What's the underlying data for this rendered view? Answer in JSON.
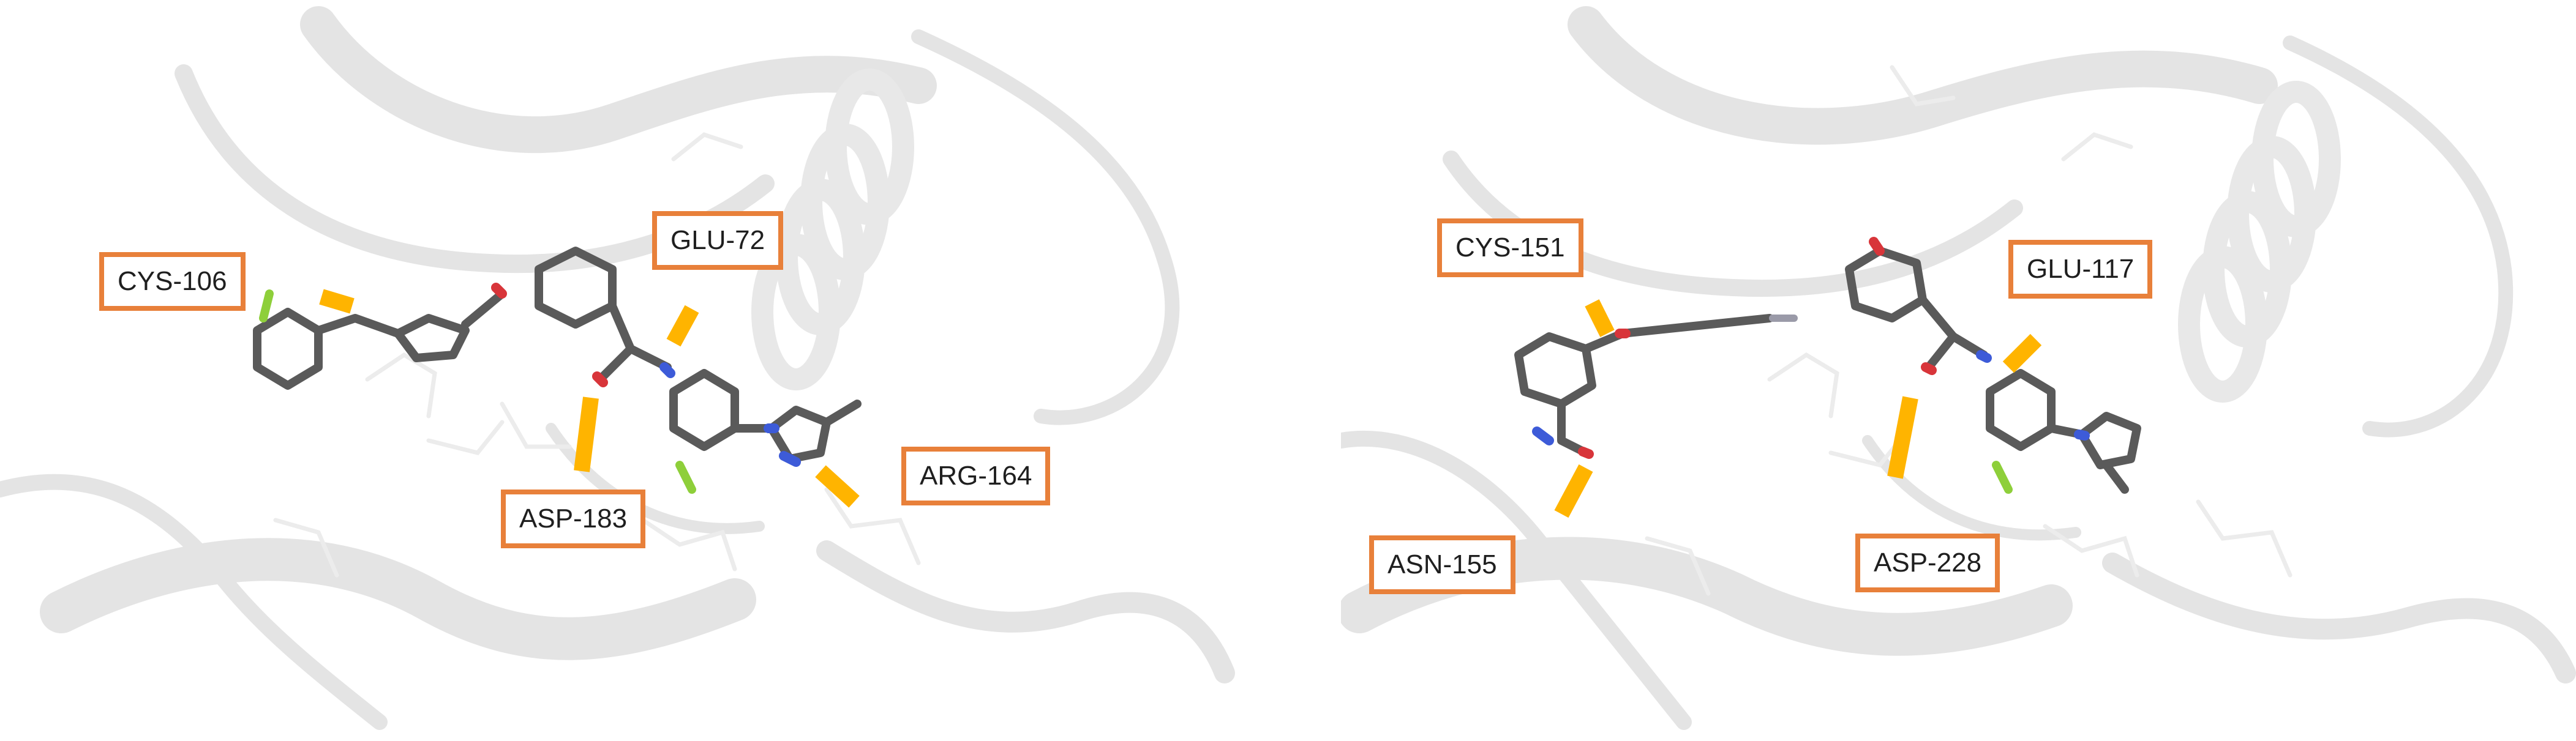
{
  "panels": [
    {
      "id": "left",
      "residues": [
        "CYS-106",
        "GLU-72",
        "ASP-183",
        "ARG-164"
      ]
    },
    {
      "id": "right",
      "residues": [
        "CYS-151",
        "GLU-117",
        "ASN-155",
        "ASP-228"
      ]
    }
  ],
  "colors": {
    "label_border": "#e8803a",
    "hbond": "#ffb400",
    "protein": "#e6e6e6",
    "ligand_carbon": "#5a5a5a",
    "nitrogen": "#3d5bd8",
    "oxygen": "#d8353a",
    "fluorine": "#8ecf3a"
  }
}
